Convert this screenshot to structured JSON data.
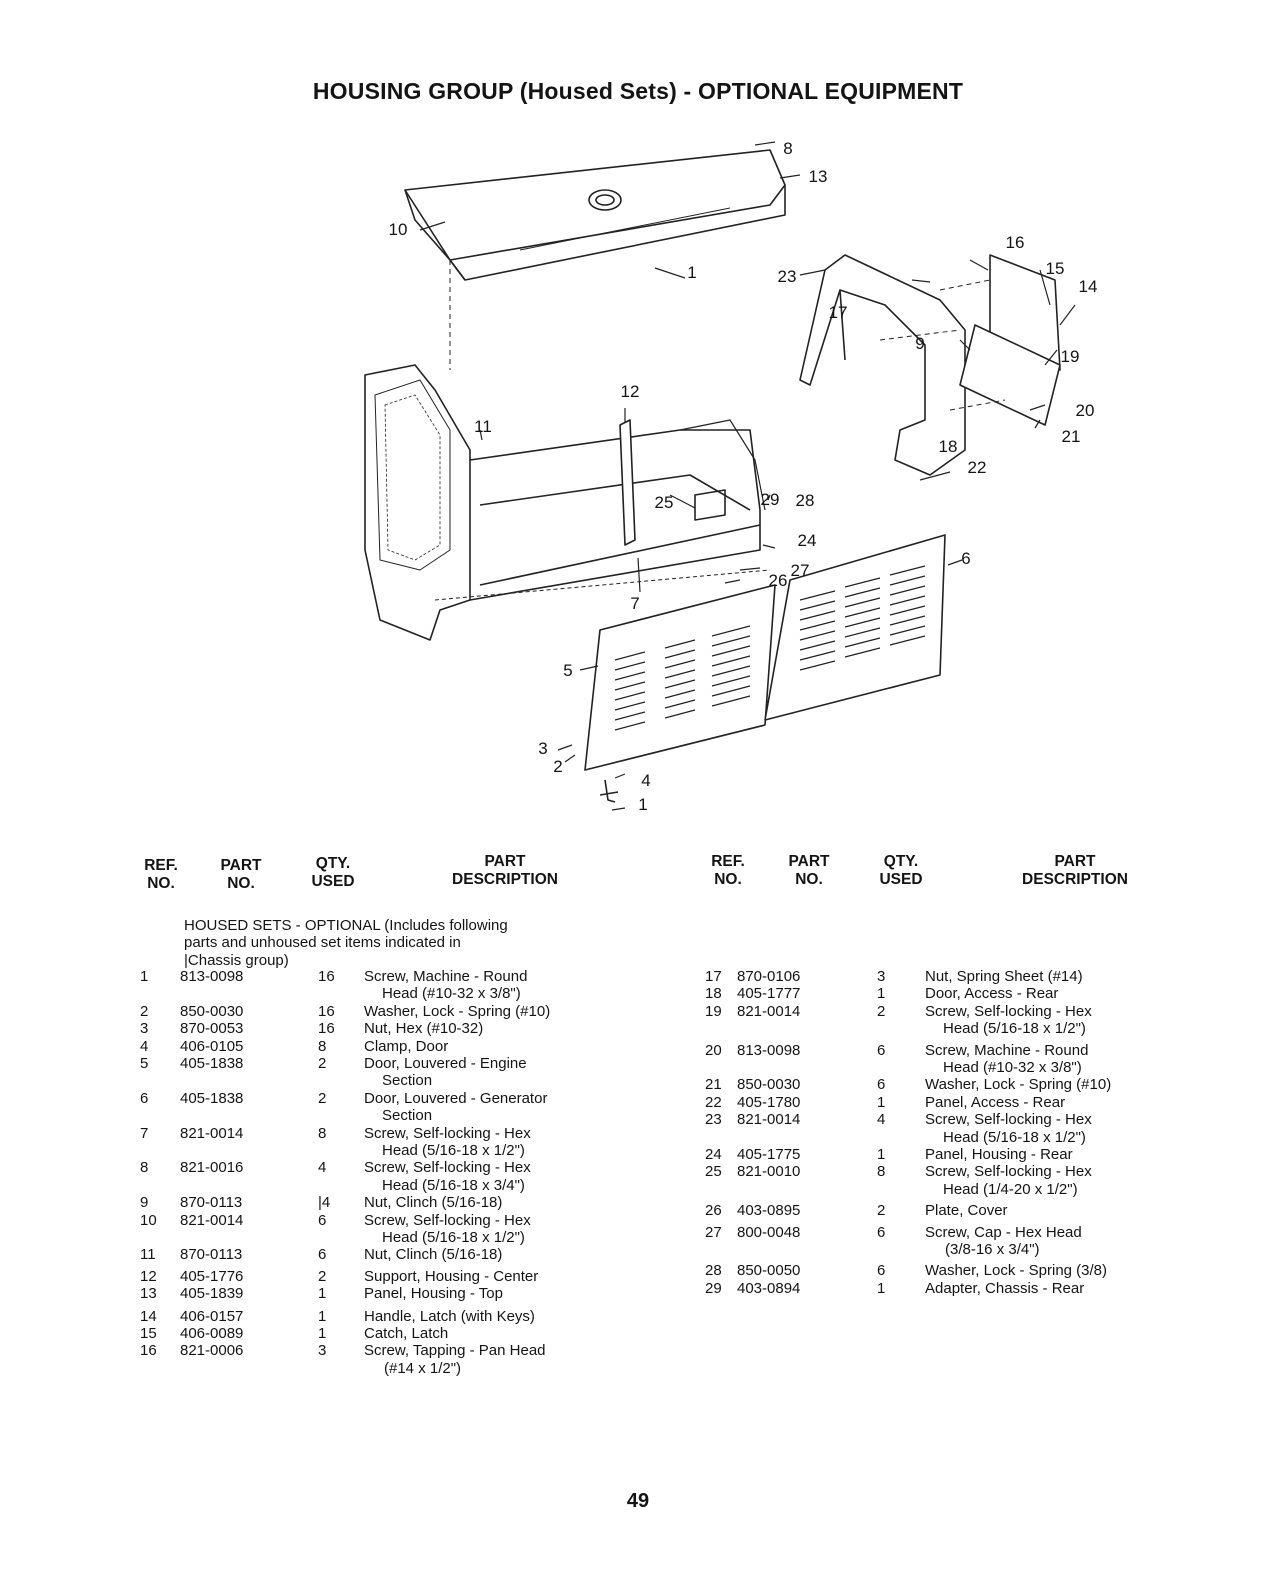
{
  "title": "HOUSING GROUP (Housed Sets) - OPTIONAL EQUIPMENT",
  "headers": {
    "ref": [
      "REF.",
      "NO."
    ],
    "part": [
      "PART",
      "NO."
    ],
    "qty": [
      "QTY.",
      "USED"
    ],
    "desc": [
      "PART",
      "DESCRIPTION"
    ]
  },
  "intro": [
    "HOUSED SETS - OPTIONAL (Includes following",
    "parts and unhoused set items indicated in",
    "|Chassis  group)"
  ],
  "diagram_labels": [
    "1",
    "1",
    "2",
    "3",
    "4",
    "5",
    "6",
    "7",
    "8",
    "9",
    "10",
    "11",
    "12",
    "13",
    "14",
    "15",
    "16",
    "17",
    "18",
    "19",
    "20",
    "21",
    "22",
    "23",
    "24",
    "25",
    "26",
    "27",
    "28",
    "29"
  ],
  "left_parts": [
    {
      "ref": "1",
      "part": "813-0098",
      "qty": "16",
      "desc": [
        "Screw, Machine - Round",
        "Head (#10-32 x 3/8\")"
      ]
    },
    {
      "ref": "2",
      "part": "850-0030",
      "qty": "16",
      "desc": [
        "Washer, Lock - Spring (#10)"
      ]
    },
    {
      "ref": "3",
      "part": "870-0053",
      "qty": "16",
      "desc": [
        "Nut, Hex (#10-32)"
      ]
    },
    {
      "ref": "4",
      "part": "406-0105",
      "qty": "8",
      "desc": [
        "Clamp, Door"
      ]
    },
    {
      "ref": "5",
      "part": "405-1838",
      "qty": "2",
      "desc": [
        "Door, Louvered - Engine",
        "Section"
      ]
    },
    {
      "ref": "6",
      "part": "405-1838",
      "qty": "2",
      "desc": [
        "Door, Louvered - Generator",
        "Section"
      ]
    },
    {
      "ref": "7",
      "part": "821-0014",
      "qty": "8",
      "desc": [
        "Screw, Self-locking - Hex",
        "Head (5/16-18 x 1/2\")"
      ]
    },
    {
      "ref": "8",
      "part": "821-0016",
      "qty": "4",
      "desc": [
        "Screw, Self-locking - Hex",
        "Head (5/16-18 x 3/4\")"
      ]
    },
    {
      "ref": "9",
      "part": "870-0113",
      "qty": "|4",
      "desc": [
        "Nut, Clinch (5/16-18)"
      ]
    },
    {
      "ref": "10",
      "part": "821-0014",
      "qty": "6",
      "desc": [
        "Screw, Self-locking - Hex",
        "Head (5/16-18 x 1/2\")"
      ]
    },
    {
      "ref": "11",
      "part": "870-0113",
      "qty": "6",
      "desc": [
        "Nut, Clinch (5/16-18)"
      ]
    },
    {
      "ref": "12",
      "part": "405-1776",
      "qty": "2",
      "desc": [
        "Support, Housing - Center"
      ]
    },
    {
      "ref": "13",
      "part": "405-1839",
      "qty": "1",
      "desc": [
        "Panel, Housing - Top"
      ]
    },
    {
      "ref": "14",
      "part": "406-0157",
      "qty": "1",
      "desc": [
        "Handle, Latch (with Keys)"
      ]
    },
    {
      "ref": "15",
      "part": "406-0089",
      "qty": "1",
      "desc": [
        "Catch, Latch"
      ]
    },
    {
      "ref": "16",
      "part": "821-0006",
      "qty": "3",
      "desc": [
        "Screw, Tapping - Pan Head",
        "(#14 x 1/2\")"
      ]
    }
  ],
  "right_parts": [
    {
      "ref": "17",
      "part": "870-0106",
      "qty": "3",
      "desc": [
        "Nut, Spring Sheet (#14)"
      ]
    },
    {
      "ref": "18",
      "part": "405-1777",
      "qty": "1",
      "desc": [
        "Door, Access - Rear"
      ]
    },
    {
      "ref": "19",
      "part": "821-0014",
      "qty": "2",
      "desc": [
        "Screw, Self-locking - Hex",
        "Head (5/16-18 x 1/2\")"
      ]
    },
    {
      "ref": "20",
      "part": "813-0098",
      "qty": "6",
      "desc": [
        "Screw, Machine - Round",
        "Head (#10-32 x 3/8\")"
      ]
    },
    {
      "ref": "21",
      "part": "850-0030",
      "qty": "6",
      "desc": [
        "Washer, Lock - Spring (#10)"
      ]
    },
    {
      "ref": "22",
      "part": "405-1780",
      "qty": "1",
      "desc": [
        "Panel, Access - Rear"
      ]
    },
    {
      "ref": "23",
      "part": "821-0014",
      "qty": "4",
      "desc": [
        "Screw, Self-locking - Hex",
        "Head (5/16-18 x 1/2\")"
      ]
    },
    {
      "ref": "24",
      "part": "405-1775",
      "qty": "1",
      "desc": [
        "Panel, Housing - Rear"
      ]
    },
    {
      "ref": "25",
      "part": "821-0010",
      "qty": "8",
      "desc": [
        "Screw, Self-locking - Hex",
        "Head (1/4-20 x 1/2\")"
      ]
    },
    {
      "ref": "26",
      "part": "403-0895",
      "qty": "2",
      "desc": [
        "Plate, Cover"
      ]
    },
    {
      "ref": "27",
      "part": "800-0048",
      "qty": "6",
      "desc": [
        "Screw, Cap - Hex Head",
        "(3/8-16 x 3/4\")"
      ]
    },
    {
      "ref": "28",
      "part": "850-0050",
      "qty": "6",
      "desc": [
        "Washer, Lock - Spring (3/8)"
      ]
    },
    {
      "ref": "29",
      "part": "403-0894",
      "qty": "1",
      "desc": [
        "Adapter, Chassis - Rear"
      ]
    }
  ],
  "page_number": "49"
}
